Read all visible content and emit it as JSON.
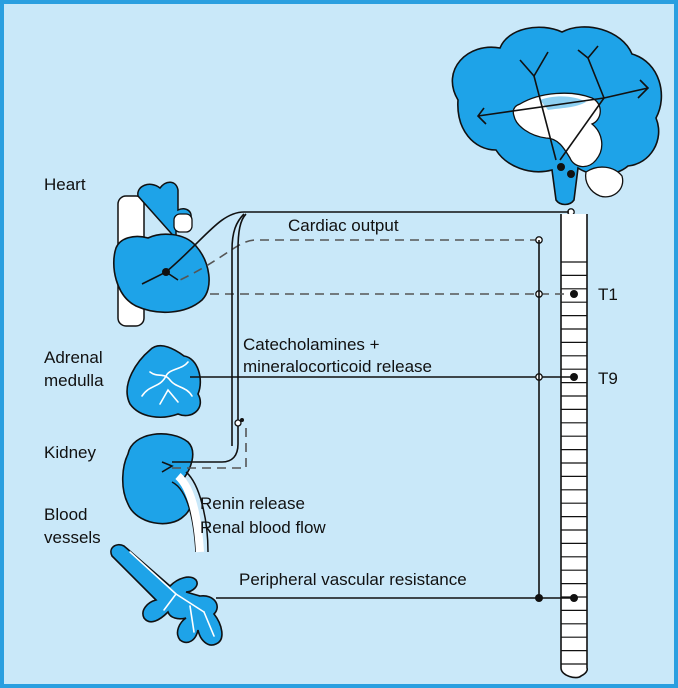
{
  "labels": {
    "heart": "Heart",
    "adrenal_line1": "Adrenal",
    "adrenal_line2": "medulla",
    "kidney": "Kidney",
    "blood_vessels_line1": "Blood",
    "blood_vessels_line2": "vessels",
    "cardiac_output": "Cardiac output",
    "catecholamines_line1": "Catecholamines +",
    "catecholamines_line2": "mineralocorticoid release",
    "renin_release": "Renin release",
    "renal_blood_flow": "Renal blood flow",
    "peripheral_resistance": "Peripheral vascular resistance",
    "t1": "T1",
    "t9": "T9"
  },
  "colors": {
    "background": "#c9e8f9",
    "border": "#2a9fe0",
    "organ_fill": "#1ea3e8",
    "line": "#111111",
    "dashed_line": "#555555"
  }
}
